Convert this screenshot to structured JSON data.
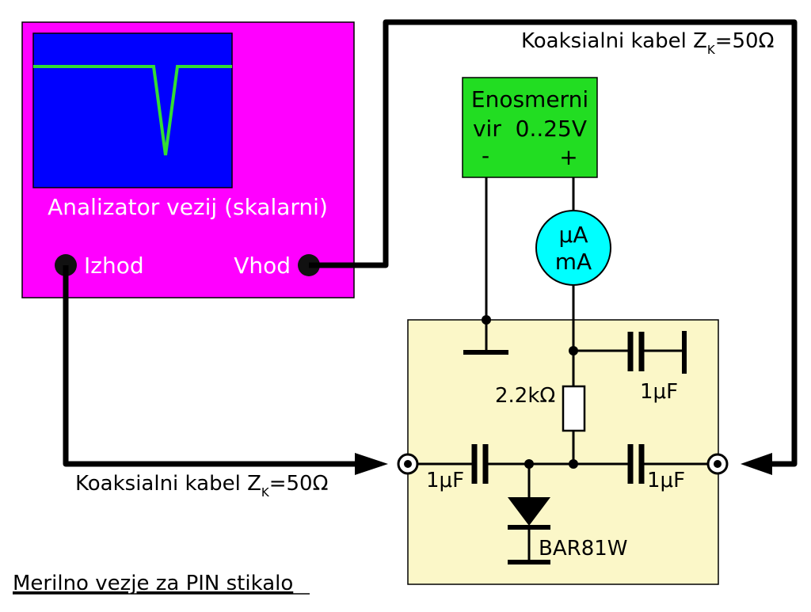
{
  "analyzer": {
    "title": "Analizator vezij (skalarni)",
    "output_label": "Izhod",
    "input_label": "Vhod",
    "box_color": "#ff00ff",
    "screen_color": "#0000ff",
    "trace_color": "#33dd33"
  },
  "dc_source": {
    "line1": "Enosmerni",
    "line2": "vir  0..25V",
    "minus": "-",
    "plus": "+",
    "color": "#22dd22"
  },
  "meter": {
    "line1": "μA",
    "line2": "mA",
    "color": "#00ffff"
  },
  "cable_top": {
    "prefix": "Koaksialni kabel Z",
    "subscript": "K",
    "suffix": "=50Ω"
  },
  "cable_bottom": {
    "prefix": "Koaksialni kabel Z",
    "subscript": "K",
    "suffix": "=50Ω"
  },
  "circuit": {
    "board_color": "#fbf7c8",
    "resistor": "2.2kΩ",
    "cap_bypass": "1μF",
    "cap_input": "1μF",
    "cap_output": "1μF",
    "diode": "BAR81W"
  },
  "caption": "Merilno vezje za PIN stikalo"
}
